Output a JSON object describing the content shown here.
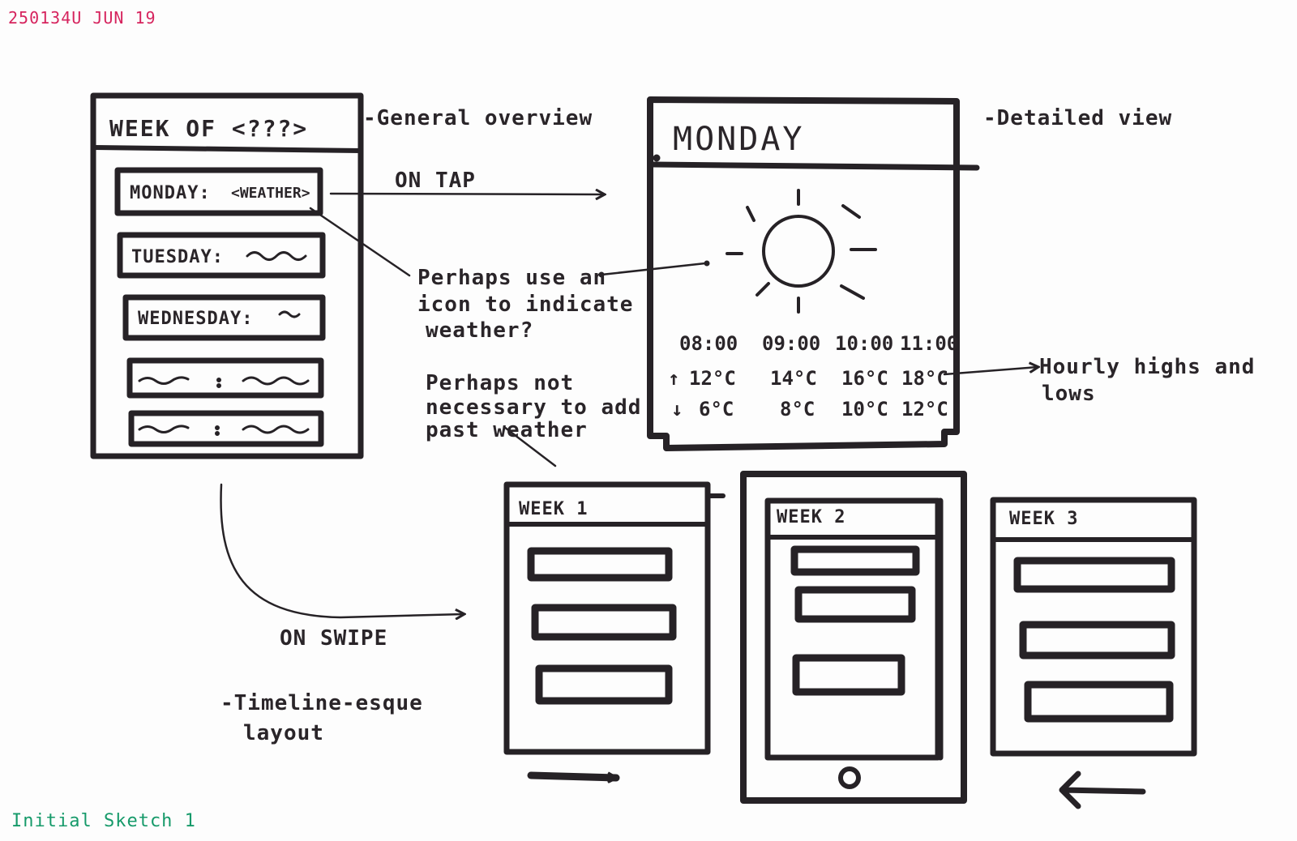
{
  "header": {
    "stamp": "250134U JUN 19"
  },
  "footer": {
    "label": "Initial Sketch 1"
  },
  "overview": {
    "title": "WEEK OF <???>",
    "rows": [
      {
        "day": "MONDAY:",
        "value": "<WEATHER>"
      },
      {
        "day": "TUESDAY:",
        "value": ""
      },
      {
        "day": "WEDNESDAY:",
        "value": ""
      },
      {
        "day": "",
        "value": ""
      },
      {
        "day": "",
        "value": ""
      }
    ]
  },
  "detail": {
    "title": "MONDAY",
    "times": [
      "08:00",
      "09:00",
      "10:00",
      "11:00"
    ],
    "highs": [
      "12°C",
      "14°C",
      "16°C",
      "18°C"
    ],
    "lows": [
      "6°C",
      "8°C",
      "10°C",
      "12°C"
    ]
  },
  "annotations": {
    "general": "-General overview",
    "detailed": "-Detailed view",
    "on_tap": "ON TAP",
    "icon_note": [
      "Perhaps use an",
      "icon to indicate",
      "weather?"
    ],
    "hourly_note": [
      "Hourly highs and",
      "lows"
    ],
    "past_note": [
      "Perhaps not",
      "necessary to add",
      "past weather"
    ],
    "on_swipe": "ON SWIPE",
    "timeline_note": [
      "-Timeline-esque",
      "layout"
    ]
  },
  "timeline": {
    "weeks": [
      "WEEK 1",
      "WEEK 2",
      "WEEK 3"
    ]
  }
}
